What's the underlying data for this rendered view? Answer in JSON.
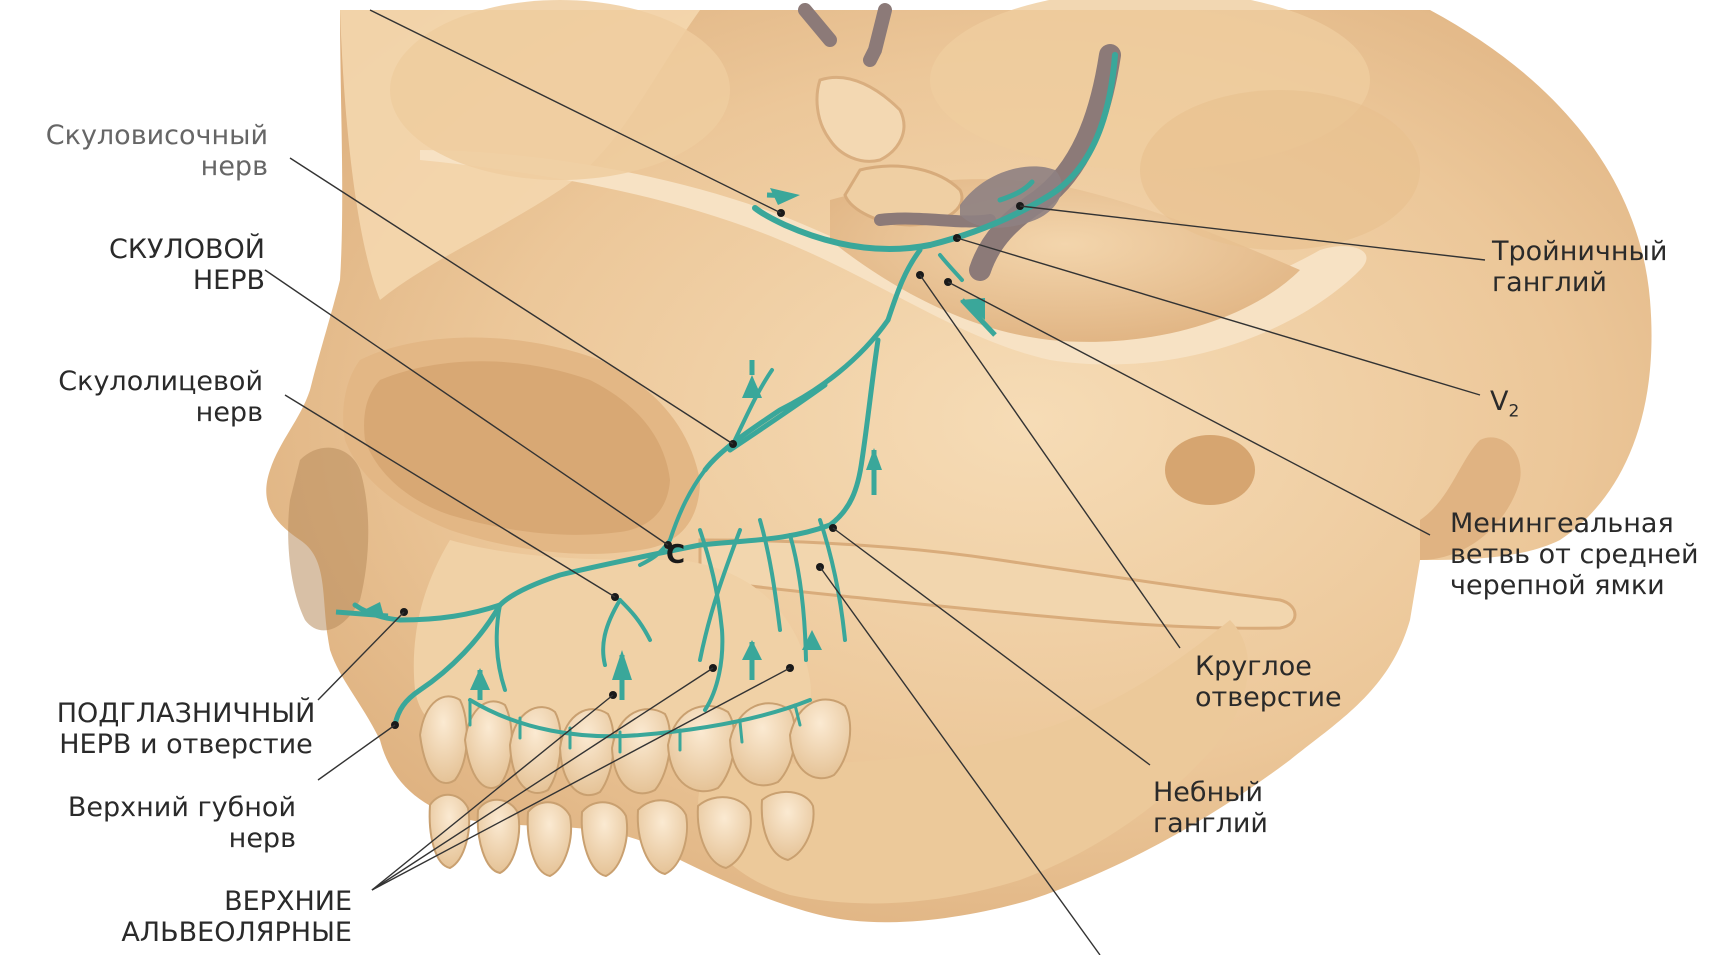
{
  "labels": {
    "zygomaticotemporal": [
      "Скуловисочный",
      "нерв"
    ],
    "zygomatic": [
      "СКУЛОВОЙ",
      "НЕРВ"
    ],
    "zygomaticofacial": [
      "Скулолицевой",
      "нерв"
    ],
    "infraorbital": [
      "ПОДГЛАЗНИЧНЫЙ",
      "НЕРВ и отверстие"
    ],
    "superior_labial": [
      "Верхний губной",
      "нерв"
    ],
    "superior_alveolar": [
      "ВЕРХНИЕ",
      "АЛЬВЕОЛЯРНЫЕ"
    ],
    "trigeminal_ganglion": [
      "Тройничный",
      "ганглий"
    ],
    "v2_main": "V",
    "v2_sub": "2",
    "meningeal_branch": [
      "Менингеальная",
      "ветвь от средней",
      "черепной ямки"
    ],
    "foramen_rotundum": [
      "Круглое",
      "отверстие"
    ],
    "pterygopalatine_ganglion": [
      "Небный",
      "ганглий"
    ],
    "c_marker": "C"
  },
  "colors": {
    "nerve": "#3aa79a",
    "nerve_dark": "#2b8a80",
    "bone": "#ecc89a",
    "bone_light": "#f6ddb8",
    "bone_shadow": "#d9a872",
    "leader": "#333333",
    "artery": "#8c7a78"
  }
}
